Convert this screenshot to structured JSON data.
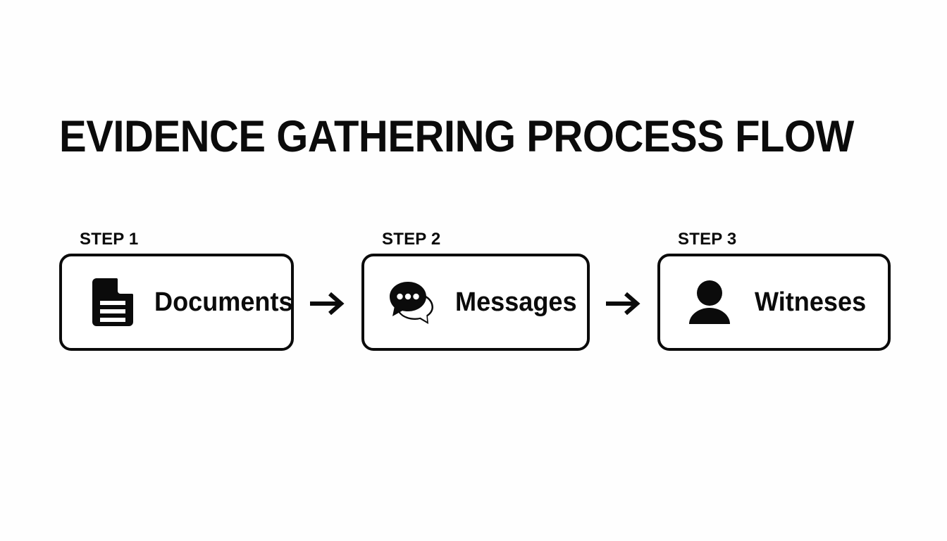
{
  "slide": {
    "title": "EVIDENCE GATHERING PROCESS FLOW",
    "background_color": "#fefefe",
    "foreground_color": "#0b0b0b"
  },
  "flow": {
    "steps": [
      {
        "step_label": "STEP 1",
        "label": "Documents",
        "icon": "document-icon"
      },
      {
        "step_label": "STEP 2",
        "label": "Messages",
        "icon": "chat-bubbles-icon"
      },
      {
        "step_label": "STEP 3",
        "label": "Witneses",
        "icon": "person-icon"
      }
    ],
    "connectors": [
      {
        "icon": "arrow-right-icon"
      },
      {
        "icon": "arrow-right-icon"
      }
    ]
  }
}
